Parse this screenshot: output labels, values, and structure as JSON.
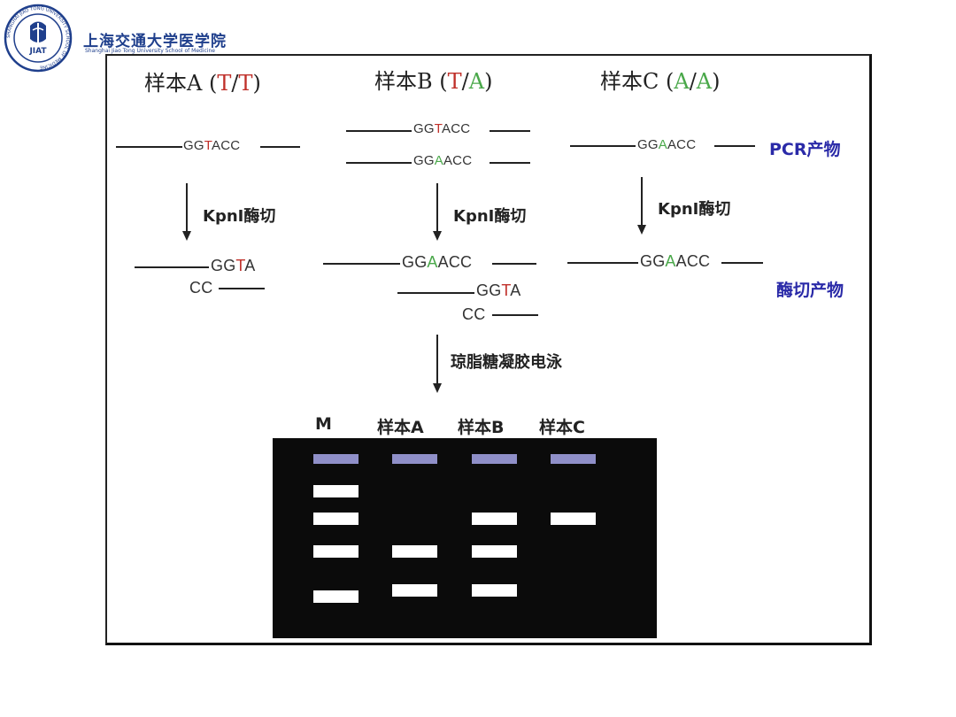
{
  "header": {
    "school_name": "上海交通大学医学院",
    "school_name_en": "Shanghai Jiao Tong University School of Medicine",
    "logo_text": "JIAT",
    "logo_ring_text": "SHANGHAI JIAO TONG UNIVERSITY SCHOOL OF MEDICINE",
    "brand_color": "#1f3f8c"
  },
  "samples": [
    {
      "prefix": "样本A (",
      "allele1": "T",
      "sep": "/",
      "allele2": "T",
      "suffix": ")"
    },
    {
      "prefix": "样本B (",
      "allele1": "T",
      "sep": "/",
      "allele2": "A",
      "suffix": ")"
    },
    {
      "prefix": "样本C (",
      "allele1": "A",
      "sep": "/",
      "allele2": "A",
      "suffix": ")"
    }
  ],
  "pcr": {
    "a": {
      "pre": "GG",
      "base": "T",
      "post": "ACC"
    },
    "b1": {
      "pre": "GG",
      "base": "T",
      "post": "ACC"
    },
    "b2": {
      "pre": "GG",
      "base": "A",
      "post": "ACC"
    },
    "c": {
      "pre": "GG",
      "base": "A",
      "post": "ACC"
    }
  },
  "labels": {
    "pcr_product": "PCR产物",
    "digest_product": "酶切产物",
    "enzyme": "KpnI酶切",
    "electrophoresis": "琼脂糖凝胶电泳"
  },
  "digest": {
    "a_top": {
      "pre": "GG",
      "base": "T",
      "post": "A"
    },
    "a_bottom": "CC",
    "b_top": {
      "pre": "GG",
      "base": "A",
      "post": "ACC"
    },
    "b_mid": {
      "pre": "GG",
      "base": "T",
      "post": "A"
    },
    "b_bottom": "CC",
    "c_top": {
      "pre": "GG",
      "base": "A",
      "post": "ACC"
    }
  },
  "gel": {
    "lanes": [
      "M",
      "样本A",
      "样本B",
      "样本C"
    ],
    "well_color": "#8f8fc8",
    "band_color": "#ffffff",
    "background": "#0b0b0b"
  },
  "colors": {
    "T": "#c0302a",
    "A": "#4aa84a"
  }
}
